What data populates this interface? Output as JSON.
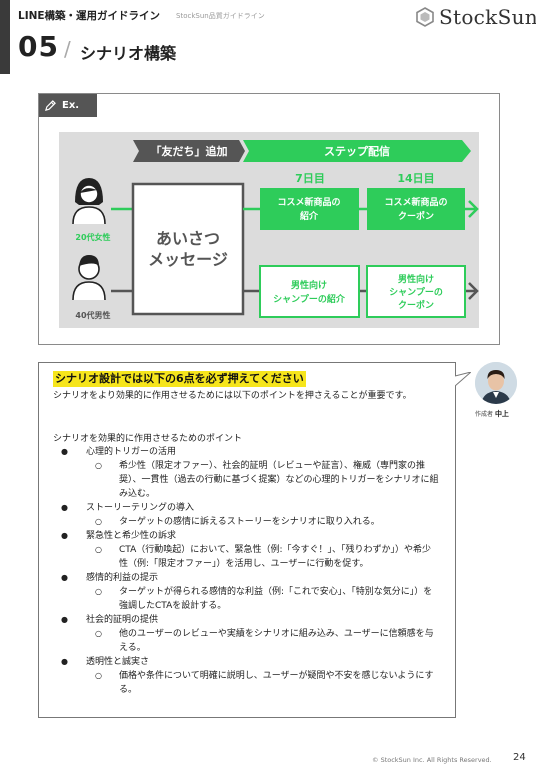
{
  "header": {
    "title": "LINE構築・運用ガイドライン",
    "subtitle": "StockSun品質ガイドライン",
    "logo_text": "StockSun"
  },
  "section": {
    "number": "05",
    "slash": "/",
    "title": "シナリオ構築"
  },
  "example": {
    "tag": "Ex.",
    "diagram": {
      "friend_add": "「友だち」追加",
      "step_delivery": "ステップ配信",
      "greeting_line1": "あいさつ",
      "greeting_line2": "メッセージ",
      "woman_label": "20代女性",
      "man_label": "40代男性",
      "day7": "7日目",
      "day14": "14日目",
      "box_a1": "コスメ新商品の",
      "box_a2": "紹介",
      "box_b1": "コスメ新商品の",
      "box_b2": "クーポン",
      "box_c1": "男性向け",
      "box_c2": "シャンプーの紹介",
      "box_d1": "男性向け",
      "box_d2": "シャンプーの",
      "box_d3": "クーポン",
      "colors": {
        "green": "#2ecc5a",
        "dark": "#555555",
        "panel": "#dcdcdc"
      }
    }
  },
  "content": {
    "heading": "シナリオ設計では以下の6点を必ず押えてください",
    "intro": "シナリオをより効果的に作用させるためには以下のポイントを押さえることが重要です。",
    "points_heading": "シナリオを効果的に作用させるためのポイント",
    "bullet_l1": "●",
    "bullet_l2": "○",
    "points": [
      {
        "title": "心理的トリガーの活用",
        "detail": "希少性（限定オファー）、社会的証明（レビューや証言）、権威（専門家の推奨）、一貫性（過去の行動に基づく提案）などの心理的トリガーをシナリオに組み込む。"
      },
      {
        "title": "ストーリーテリングの導入",
        "detail": "ターゲットの感情に訴えるストーリーをシナリオに取り入れる。"
      },
      {
        "title": "緊急性と希少性の訴求",
        "detail": "CTA（行動喚起）において、緊急性（例:「今すぐ！」、「残りわずか」）や希少性（例:「限定オファー」）を活用し、ユーザーに行動を促す。"
      },
      {
        "title": "感情的利益の提示",
        "detail": "ターゲットが得られる感情的な利益（例:「これで安心」、「特別な気分に」）を強調したCTAを設計する。"
      },
      {
        "title": "社会的証明の提供",
        "detail": "他のユーザーのレビューや実績をシナリオに組み込み、ユーザーに信頼感を与える。"
      },
      {
        "title": "透明性と誠実さ",
        "detail": "価格や条件について明確に説明し、ユーザーが疑問や不安を感じないようにする。"
      }
    ]
  },
  "author": {
    "prefix": "作成者",
    "name": "中上"
  },
  "footer": {
    "copyright": "© StockSun Inc. All Rights Reserved.",
    "page": "24"
  }
}
